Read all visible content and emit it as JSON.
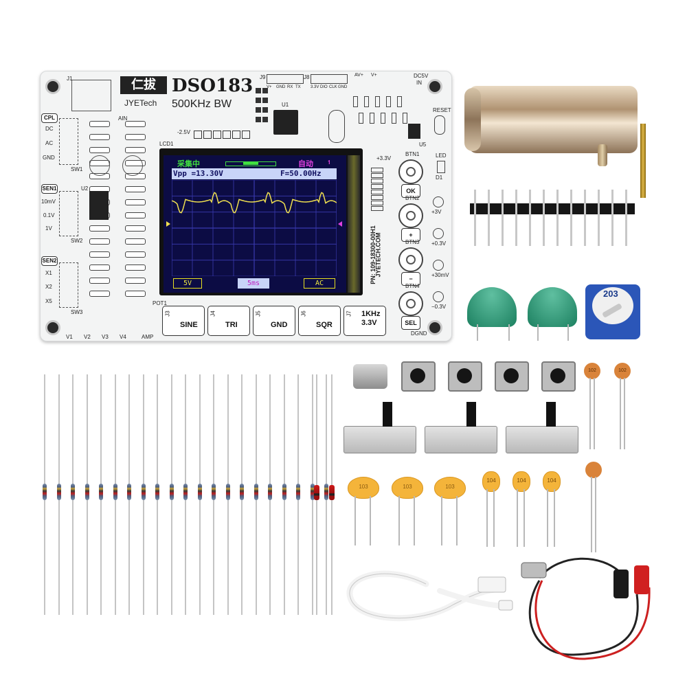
{
  "pcb": {
    "logo": "仁拔",
    "model": "DSO183",
    "brand": "JYETech",
    "bandwidth": "500KHz BW",
    "labels": {
      "cpl": "CPL",
      "dc": "DC",
      "ac": "AC",
      "gnd": "GND",
      "sen1": "SEN1",
      "s10mv": "10mV",
      "s01v": "0.1V",
      "s1v": "1V",
      "sen2": "SEN2",
      "x1": "X1",
      "x2": "X2",
      "x5": "X5",
      "v1": "V1",
      "v2": "V2",
      "v3": "V3",
      "v4": "V4",
      "amp": "AMP",
      "ain": "AIN",
      "neg25v": "-2.5V",
      "lcd1": "LCD1",
      "pot1": "POT1",
      "dc5v": "DC5V",
      "in": "IN",
      "reset": "RESET",
      "led": "LED",
      "d1": "D1",
      "dgnd": "DGND",
      "plus33v": "+3.3V",
      "j1": "J1",
      "j8": "J8",
      "j9": "J9",
      "sw1": "SW1",
      "sw2": "SW2",
      "sw3": "SW3",
      "u1": "U1",
      "u2": "U2",
      "u5": "U5"
    },
    "pn_text": "PN: 109-18300-00H1",
    "site_text": "JYETECH.COM",
    "buttons": [
      {
        "id": "BTN1",
        "label": "OK"
      },
      {
        "id": "BTN2",
        "label": "+"
      },
      {
        "id": "BTN3",
        "label": "−"
      },
      {
        "id": "BTN4",
        "label": "SEL"
      }
    ],
    "test_points": [
      "+3V",
      "+0.3V",
      "+30mV",
      "−0.3V"
    ],
    "func_outputs": [
      {
        "jack": "J3",
        "label": "SINE"
      },
      {
        "jack": "J4",
        "label": "TRI"
      },
      {
        "jack": "J5",
        "label": "GND"
      },
      {
        "jack": "J6",
        "label": "SQR"
      },
      {
        "jack": "J7",
        "label": "1KHz\n3.3V"
      }
    ],
    "header_labels": [
      "V+",
      "GND",
      "RX",
      "TX",
      "3.3V",
      "DIO",
      "CLK",
      "GND",
      "AV+",
      "V+"
    ]
  },
  "lcd": {
    "status": "采集中",
    "mode": "自动",
    "vpp": "Vpp =13.30V",
    "freq": "F=50.00Hz",
    "volts_div": "5V",
    "time_div": "5ms",
    "coupling": "AC",
    "colors": {
      "bg": "#0c0c44",
      "grid": "#3a3ab0",
      "trace": "#f0e050",
      "status": "#40e040",
      "mode": "#e040e0"
    }
  },
  "parts": {
    "pot_marking": "203",
    "ceramic_small": [
      "102",
      "102"
    ],
    "ceramic_single": "",
    "yellow_caps": [
      "103",
      "103",
      "103"
    ],
    "yellow_small_caps": [
      "104",
      "104",
      "104"
    ]
  }
}
